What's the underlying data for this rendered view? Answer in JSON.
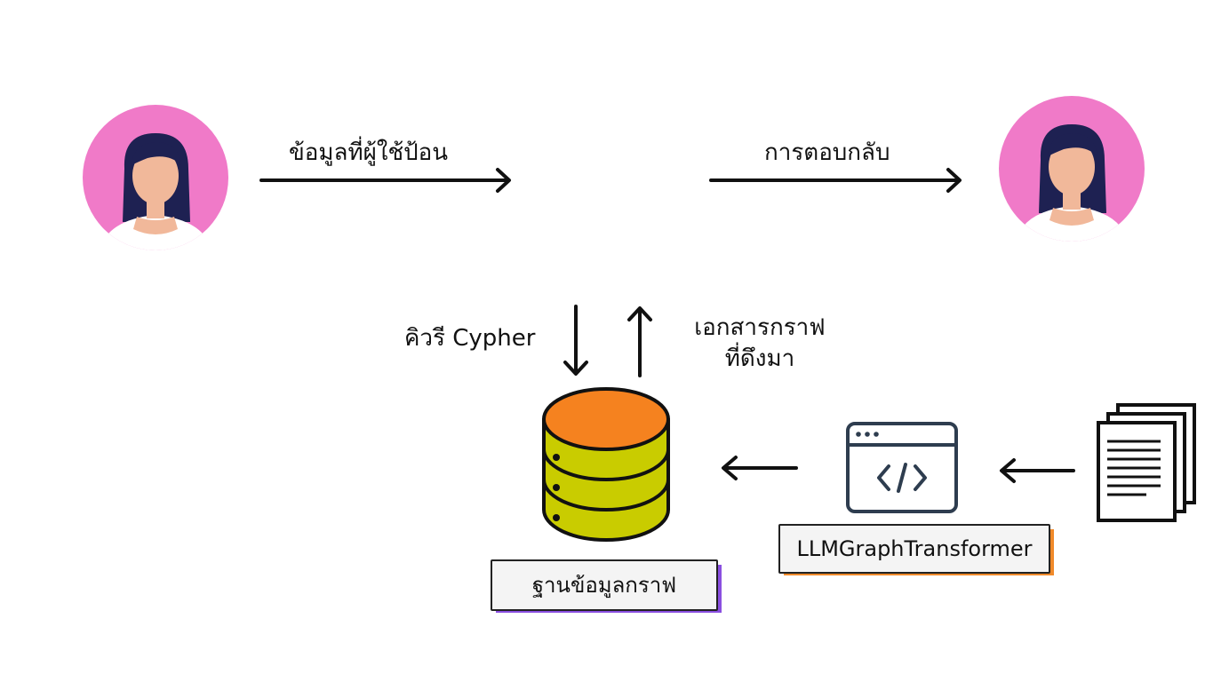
{
  "labels": {
    "user_input": "ข้อมูลที่ผู้ใช้ป้อน",
    "response": "การตอบกลับ",
    "cypher_query": "คิวรี Cypher",
    "retrieved_line1": "เอกสารกราฟ",
    "retrieved_line2": "ที่ดึงมา",
    "graph_db": "ฐานข้อมูลกราฟ",
    "transformer": "LLMGraphTransformer"
  },
  "colors": {
    "avatar_circle": "#f07ac8",
    "db_top": "#f5821f",
    "db_body": "#c9cc00",
    "db_tag_shadow": "#8a4fe0",
    "transformer_tag_shadow": "#f08a2a",
    "code_window": "#2e3d4f"
  },
  "icons": [
    "user-avatar-icon",
    "database-icon",
    "code-window-icon",
    "documents-icon"
  ]
}
